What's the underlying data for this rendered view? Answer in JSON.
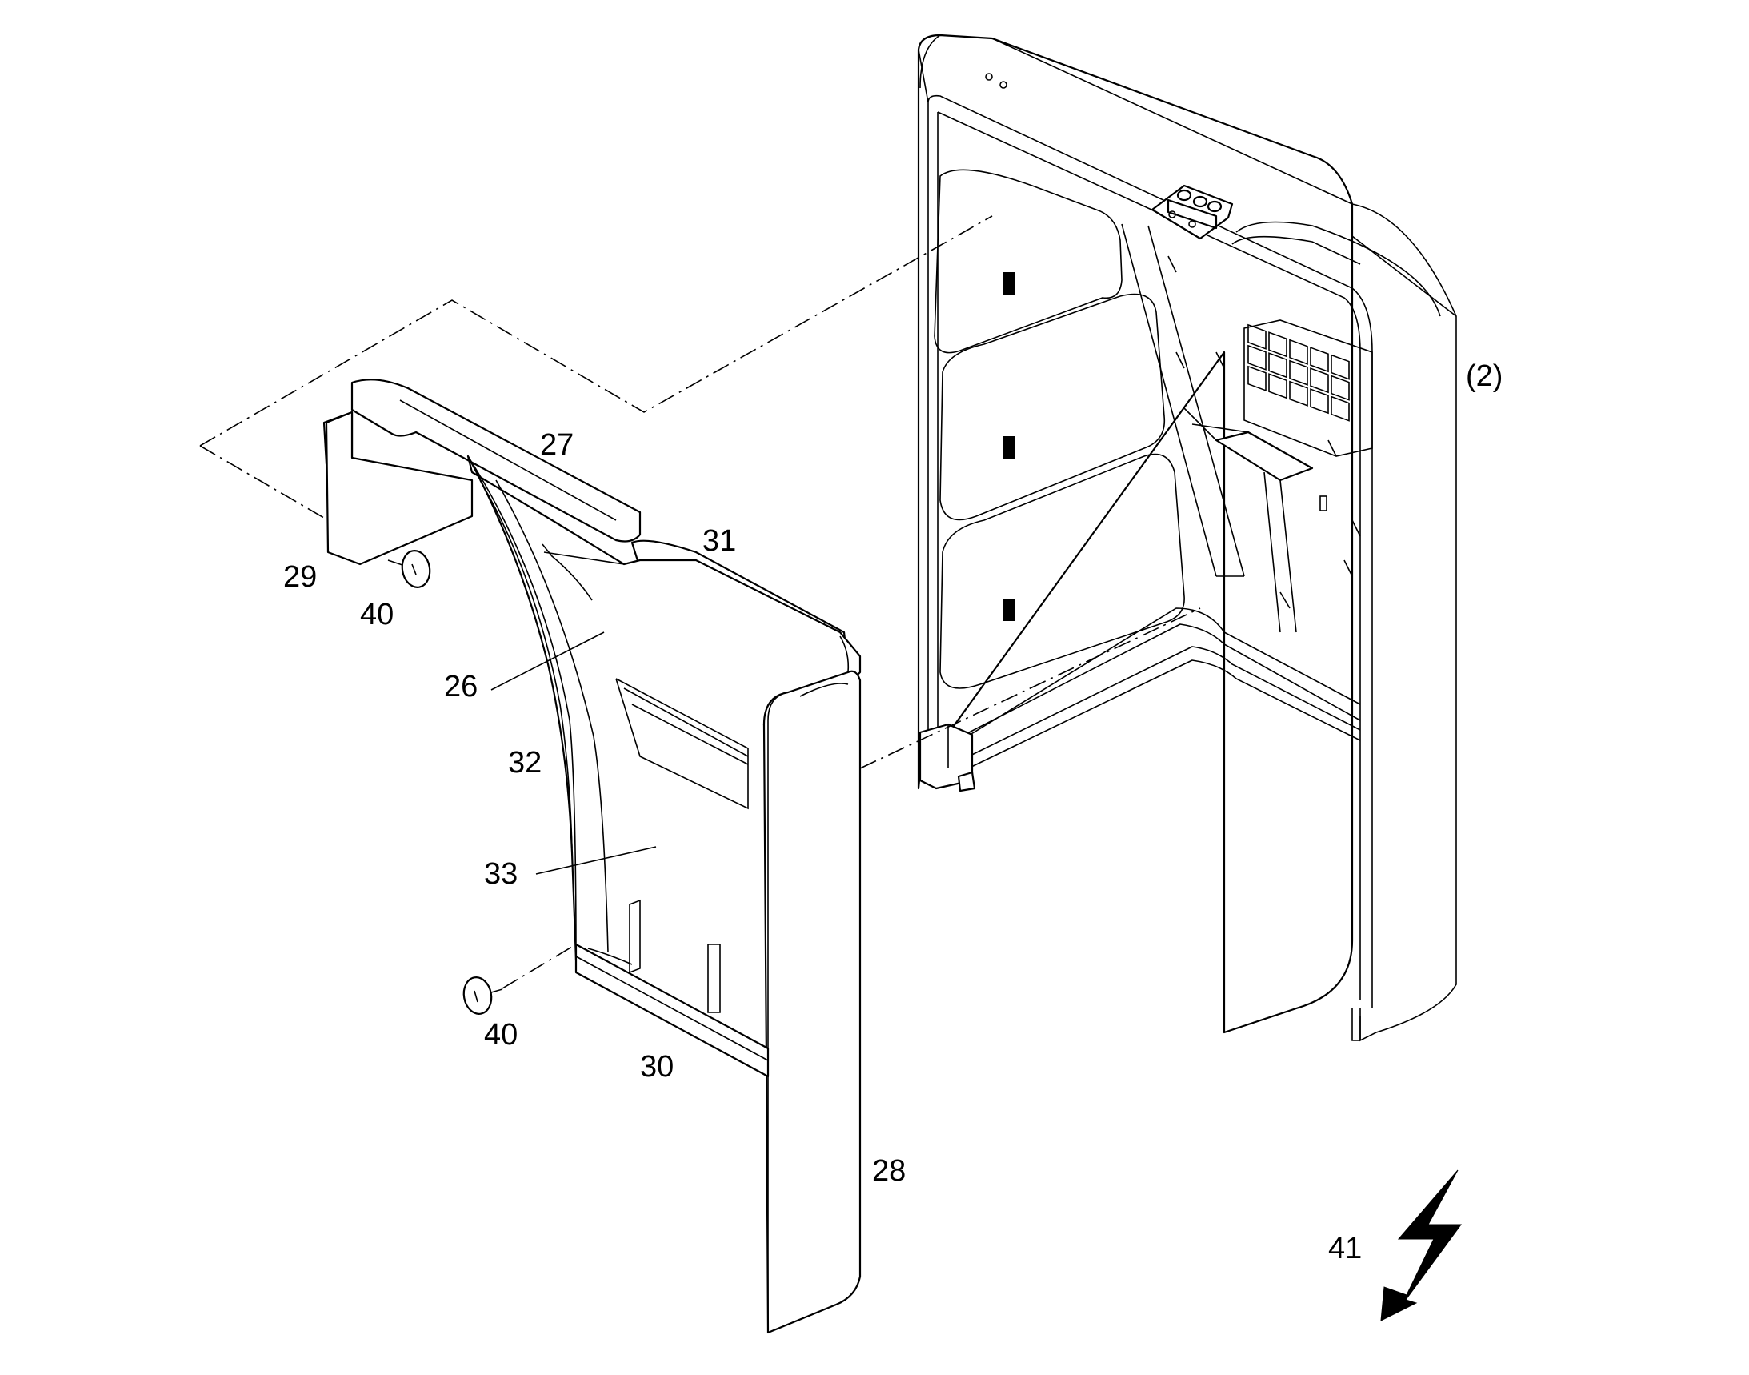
{
  "callouts": {
    "c27": "27",
    "c31": "31",
    "c29": "29",
    "c40a": "40",
    "c26": "26",
    "c32": "32",
    "c33": "33",
    "c40b": "40",
    "c30": "30",
    "c28": "28",
    "c41": "41",
    "c2": "(2)"
  },
  "icons": {
    "revision_mark": "lightning-bolt-icon"
  }
}
